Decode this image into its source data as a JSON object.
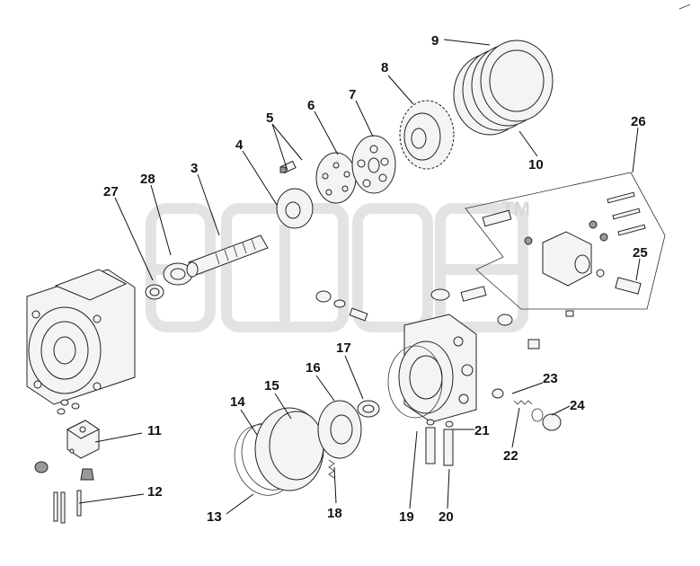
{
  "diagram": {
    "callouts": [
      {
        "id": "1"
      },
      {
        "id": "2"
      },
      {
        "id": "3",
        "label": "3"
      },
      {
        "id": "4",
        "label": "4"
      },
      {
        "id": "5",
        "label": "5"
      },
      {
        "id": "6",
        "label": "6"
      },
      {
        "id": "7",
        "label": "7"
      },
      {
        "id": "8",
        "label": "8"
      },
      {
        "id": "9",
        "label": "9"
      },
      {
        "id": "10",
        "label": "10"
      },
      {
        "id": "11",
        "label": "11"
      },
      {
        "id": "12",
        "label": "12"
      },
      {
        "id": "13",
        "label": "13"
      },
      {
        "id": "14",
        "label": "14"
      },
      {
        "id": "15",
        "label": "15"
      },
      {
        "id": "16",
        "label": "16"
      },
      {
        "id": "17",
        "label": "17"
      },
      {
        "id": "18",
        "label": "18"
      },
      {
        "id": "19",
        "label": "19"
      },
      {
        "id": "20",
        "label": "20"
      },
      {
        "id": "21",
        "label": "21"
      },
      {
        "id": "22",
        "label": "22"
      },
      {
        "id": "23",
        "label": "23"
      },
      {
        "id": "24",
        "label": "24"
      },
      {
        "id": "25",
        "label": "25"
      },
      {
        "id": "26",
        "label": "26"
      },
      {
        "id": "27",
        "label": "27"
      },
      {
        "id": "28",
        "label": "28"
      }
    ],
    "watermark": {
      "trademark": "TM"
    }
  }
}
